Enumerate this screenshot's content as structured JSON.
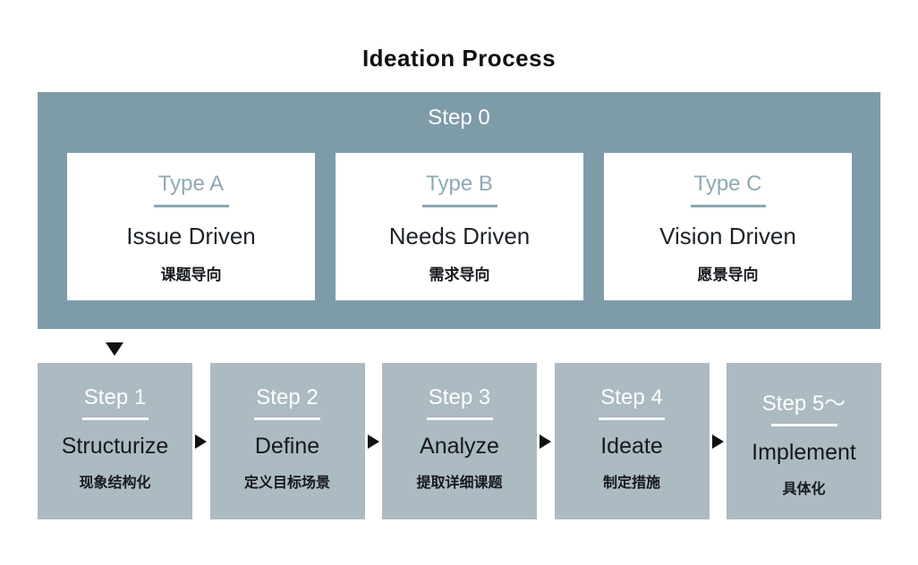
{
  "title": "Ideation Process",
  "colors": {
    "step0_background": "#7e9ca8",
    "step_card_background": "#acbac1",
    "type_label_accent": "#8fa9b4",
    "card_background": "#ffffff",
    "text_dark": "#16191d",
    "arrow_black": "#111111"
  },
  "step0": {
    "label": "Step 0",
    "types": [
      {
        "label": "Type A",
        "title": "Issue Driven",
        "subtitle": "课题导向"
      },
      {
        "label": "Type B",
        "title": "Needs Driven",
        "subtitle": "需求导向"
      },
      {
        "label": "Type C",
        "title": "Vision Driven",
        "subtitle": "愿景导向"
      }
    ]
  },
  "steps": [
    {
      "label": "Step 1",
      "title": "Structurize",
      "subtitle": "现象结构化"
    },
    {
      "label": "Step 2",
      "title": "Define",
      "subtitle": "定义目标场景"
    },
    {
      "label": "Step 3",
      "title": "Analyze",
      "subtitle": "提取详细课题"
    },
    {
      "label": "Step 4",
      "title": "Ideate",
      "subtitle": "制定措施"
    },
    {
      "label": "Step 5～",
      "title": "Implement",
      "subtitle": "具体化"
    }
  ],
  "icons": {
    "down_arrow": "triangle-down-icon",
    "right_arrow": "triangle-right-icon"
  }
}
